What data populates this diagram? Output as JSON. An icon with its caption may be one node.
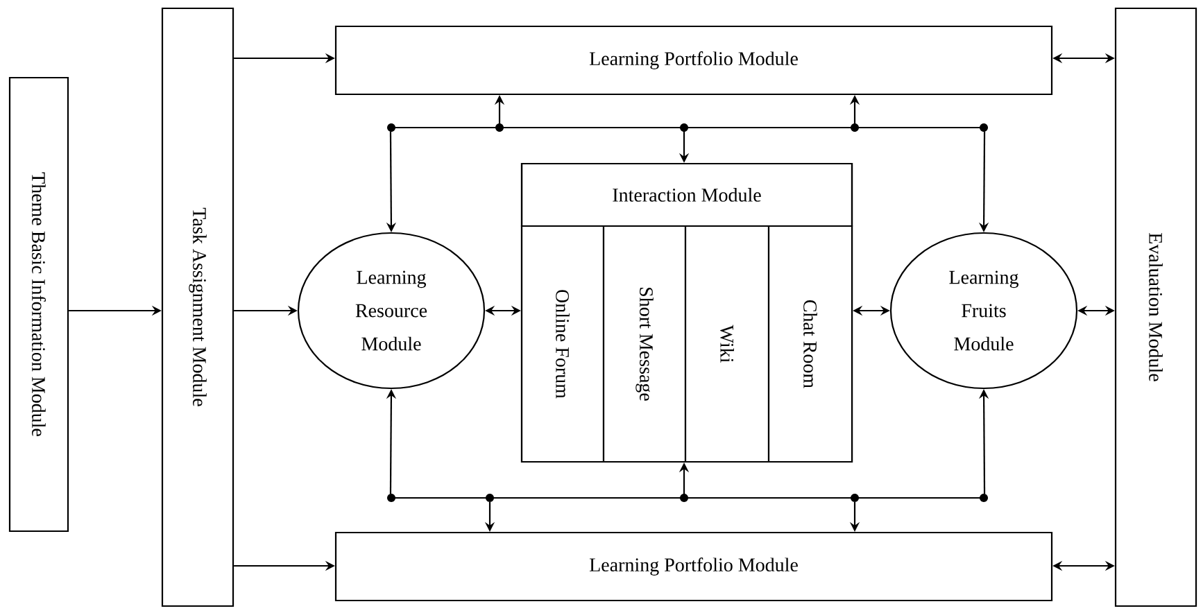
{
  "diagram": {
    "nodes": [
      {
        "text": [
          "Theme Basic Information Module"
        ]
      },
      {
        "text": [
          "Task Assignment Module"
        ]
      },
      {
        "text": [
          "Learning Portfolio Module"
        ]
      },
      {
        "text": [
          "Evaluation Module"
        ]
      },
      {
        "text": [
          "Learning Resource Module"
        ]
      },
      {
        "text": [
          "Interaction Module"
        ]
      },
      {
        "text": [
          "Online Forum"
        ],
        "in": 5
      },
      {
        "text": [
          "Short Message"
        ],
        "in": 5
      },
      {
        "text": [
          "Wiki"
        ],
        "in": 5
      },
      {
        "text": [
          "Chat Room"
        ],
        "in": 5
      },
      {
        "text": [
          "Learning Fruits Module"
        ]
      },
      {
        "text": [
          "Learning Portfolio Module"
        ]
      },
      {
        "text": [],
        "shape": "bar"
      },
      {
        "text": [],
        "shape": "bar"
      }
    ],
    "edges": [
      {
        "from": 0,
        "to": 1,
        "arrow": "to"
      },
      {
        "from": 1,
        "to": 2,
        "arrow": "to"
      },
      {
        "from": 1,
        "to": 4,
        "arrow": "to"
      },
      {
        "from": 1,
        "to": 11,
        "arrow": "to"
      },
      {
        "from": 2,
        "to": 3,
        "arrow": "both"
      },
      {
        "from": 4,
        "to": 6,
        "arrow": "both"
      },
      {
        "from": 9,
        "to": 10,
        "arrow": "both"
      },
      {
        "from": 10,
        "to": 3,
        "arrow": "both"
      },
      {
        "from": 11,
        "to": 3,
        "arrow": "both"
      },
      {
        "from": 12,
        "to": 2,
        "arrow": "to"
      },
      {
        "from": 12,
        "to": 2,
        "arrow": "to"
      },
      {
        "from": 12,
        "to": 4,
        "arrow": "to"
      },
      {
        "from": 12,
        "to": 5,
        "arrow": "to"
      },
      {
        "from": 12,
        "to": 10,
        "arrow": "to"
      },
      {
        "from": 13,
        "to": 11,
        "arrow": "to"
      },
      {
        "from": 13,
        "to": 11,
        "arrow": "to"
      },
      {
        "from": 13,
        "to": 4,
        "arrow": "to"
      },
      {
        "from": 13,
        "to": 5,
        "arrow": "to"
      },
      {
        "from": 13,
        "to": 10,
        "arrow": "to"
      }
    ]
  }
}
